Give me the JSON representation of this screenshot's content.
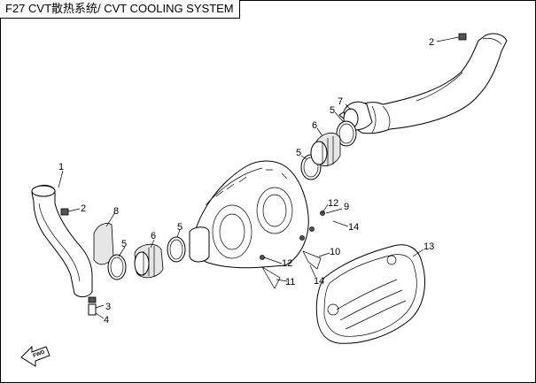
{
  "diagram": {
    "title": "F27 CVT散热系统/ CVT COOLING SYSTEM",
    "callouts": [
      {
        "id": "c1",
        "label": "1"
      },
      {
        "id": "c2a",
        "label": "2"
      },
      {
        "id": "c2b",
        "label": "2"
      },
      {
        "id": "c3",
        "label": "3"
      },
      {
        "id": "c4",
        "label": "4"
      },
      {
        "id": "c5a",
        "label": "5"
      },
      {
        "id": "c5b",
        "label": "5"
      },
      {
        "id": "c5c",
        "label": "5"
      },
      {
        "id": "c5d",
        "label": "5"
      },
      {
        "id": "c6a",
        "label": "6"
      },
      {
        "id": "c6b",
        "label": "6"
      },
      {
        "id": "c7",
        "label": "7"
      },
      {
        "id": "c8",
        "label": "8"
      },
      {
        "id": "c9",
        "label": "9"
      },
      {
        "id": "c10",
        "label": "10"
      },
      {
        "id": "c11",
        "label": "11"
      },
      {
        "id": "c12a",
        "label": "12"
      },
      {
        "id": "c12b",
        "label": "12"
      },
      {
        "id": "c13",
        "label": "13"
      },
      {
        "id": "c14a",
        "label": "14"
      },
      {
        "id": "c14b",
        "label": "14"
      }
    ],
    "direction_marker": "FWD"
  }
}
